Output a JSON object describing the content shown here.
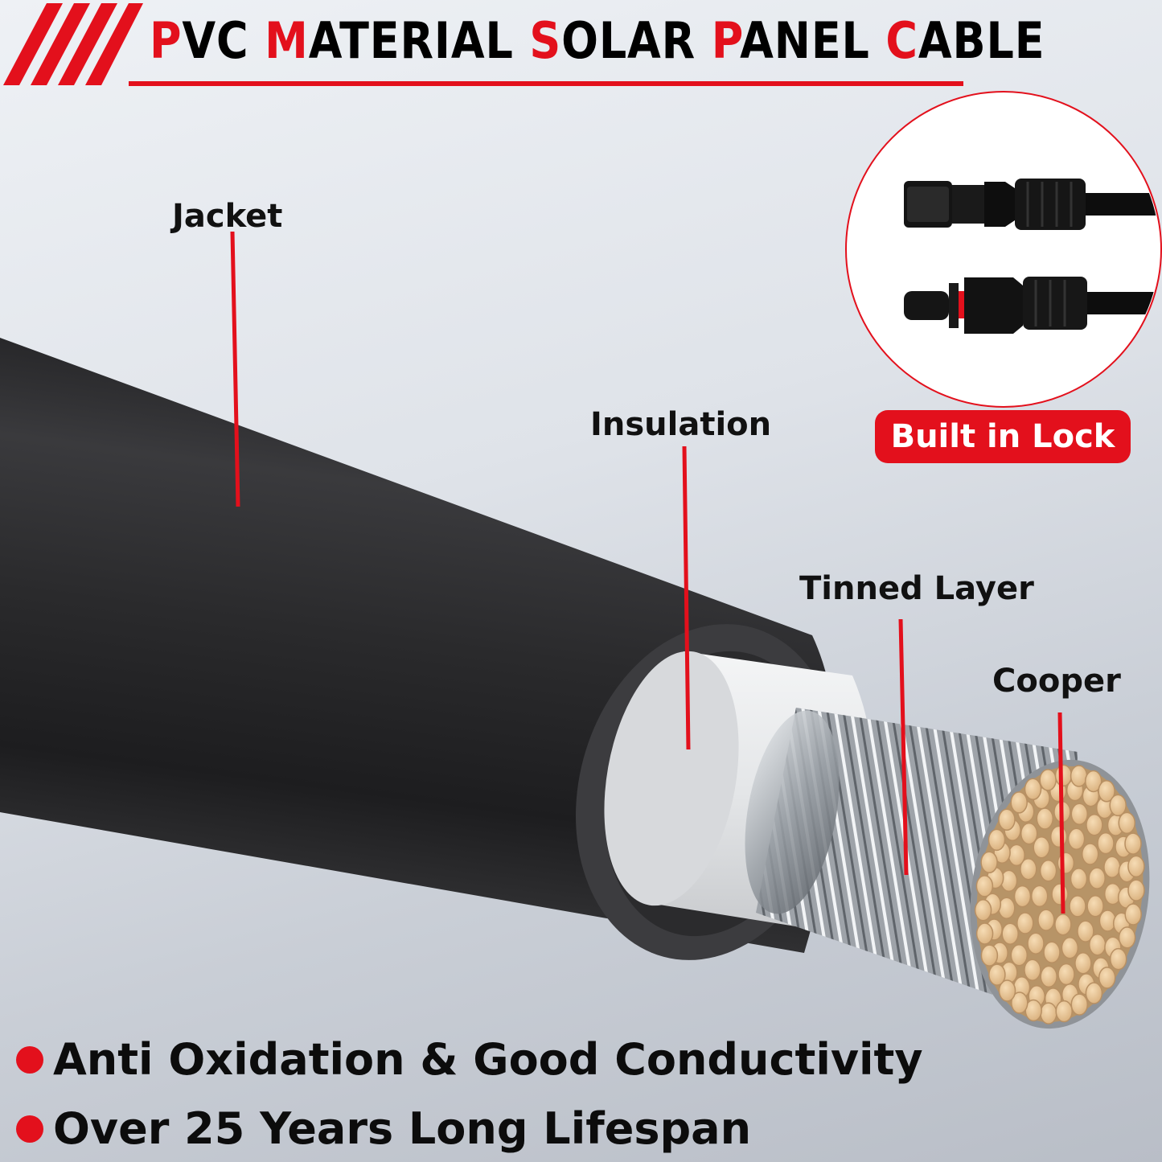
{
  "header": {
    "title_words": [
      {
        "cap": "P",
        "rest": "VC"
      },
      {
        "cap": "M",
        "rest": "ATERIAL"
      },
      {
        "cap": "S",
        "rest": "OLAR"
      },
      {
        "cap": "P",
        "rest": "ANEL"
      },
      {
        "cap": "C",
        "rest": "ABLE"
      }
    ]
  },
  "labels": {
    "jacket": "Jacket",
    "insulation": "Insulation",
    "tinned_layer": "Tinned Layer",
    "cooper": "Cooper"
  },
  "badge": {
    "text": "Built in Lock"
  },
  "features": [
    "Anti Oxidation & Good Conductivity",
    "Over 25 Years Long Lifespan"
  ],
  "colors": {
    "accent": "#e3101c",
    "jacket": "#2c2c2e",
    "insulation": "#e6e8ea",
    "copper": "#e7c9a0"
  },
  "icons": [
    "connector-male-icon",
    "connector-female-icon"
  ]
}
